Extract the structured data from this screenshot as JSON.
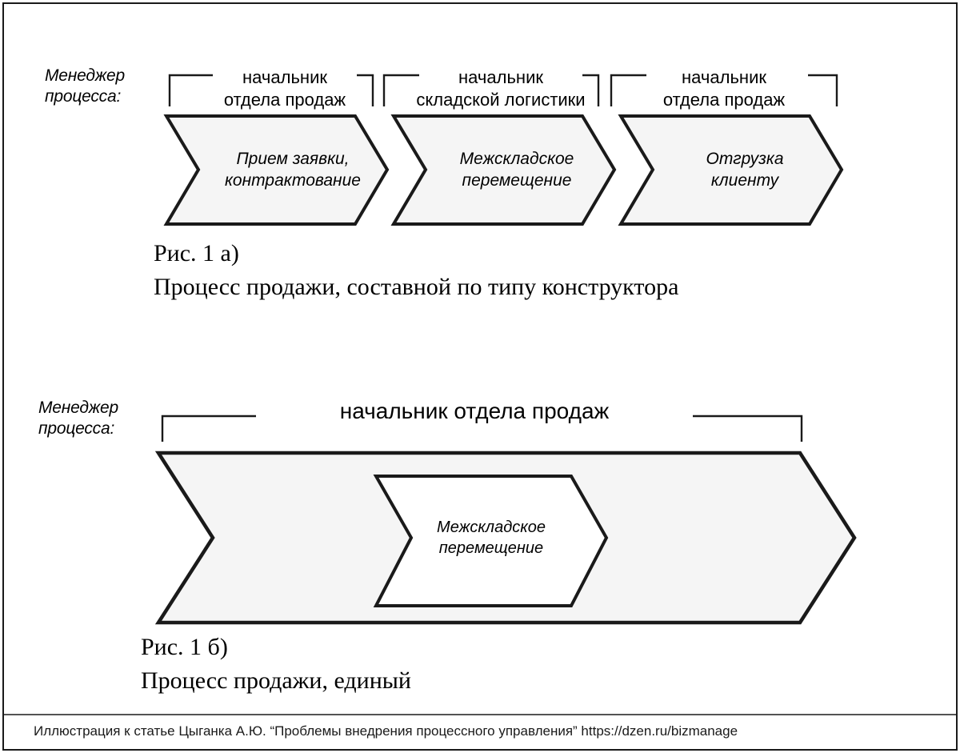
{
  "figure_a": {
    "manager_label": "Менеджер\nпроцесса:",
    "brackets": [
      {
        "label": "начальник\nотдела продаж"
      },
      {
        "label": "начальник\nскладской логистики"
      },
      {
        "label": "начальник\nотдела продаж"
      }
    ],
    "steps": [
      {
        "label": "Прием заявки,\nконтрактование"
      },
      {
        "label": "Межскладское\nперемещение"
      },
      {
        "label": "Отгрузка\nклиенту"
      }
    ],
    "caption_number": "Рис. 1 а)",
    "caption_text": "Процесс продажи, составной по типу конструктора"
  },
  "figure_b": {
    "manager_label": "Менеджер\nпроцесса:",
    "bracket_label": "начальник отдела продаж",
    "outer_step_label": "",
    "inner_step_label": "Межскладское\nперемещение",
    "caption_number": "Рис. 1 б)",
    "caption_text": "Процесс продажи, единый"
  },
  "footer": {
    "text": "Иллюстрация к статье Цыганка А.Ю. “Проблемы внедрения процессного управления” https://dzen.ru/bizmanage"
  },
  "colors": {
    "stroke": "#1a1a1a",
    "chevron_fill": "#f5f5f5",
    "inner_chevron_fill": "#ffffff",
    "page_background": "#ffffff",
    "text": "#000000"
  }
}
